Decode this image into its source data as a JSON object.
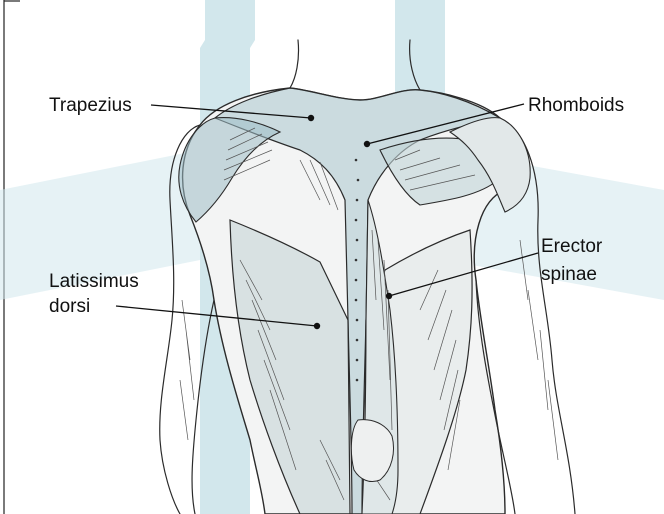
{
  "labels": {
    "trapezius": "Trapezius",
    "rhomboids": "Rhomboids",
    "erector_line1": "Erector",
    "erector_line2": "spinae",
    "latissimus_line1": "Latissimus",
    "latissimus_line2": "dorsi"
  },
  "colors": {
    "watermark_tint": "#cfe4ea",
    "muscle_tint": "#a9c6ce",
    "ink": "#111111",
    "background": "#ffffff"
  }
}
